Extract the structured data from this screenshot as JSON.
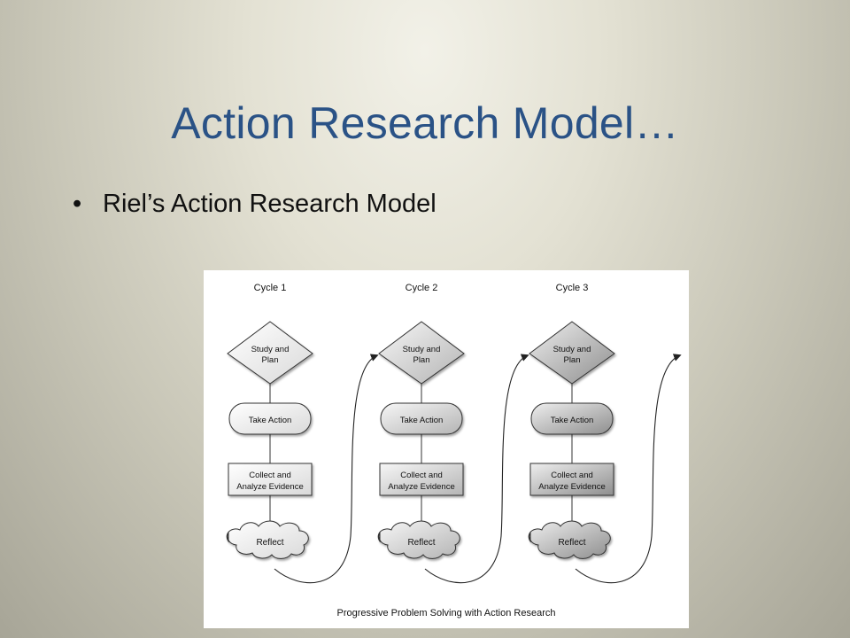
{
  "slide": {
    "title": "Action Research Model…",
    "bullet": "Riel’s Action Research Model"
  },
  "diagram": {
    "caption": "Progressive Problem Solving with Action Research",
    "cycles": [
      {
        "label": "Cycle 1",
        "plan_lines": [
          "Study and",
          "Plan"
        ],
        "action": "Take Action",
        "evidence_lines": [
          "Collect and",
          "Analyze Evidence"
        ],
        "reflect": "Reflect"
      },
      {
        "label": "Cycle 2",
        "plan_lines": [
          "Study and",
          "Plan"
        ],
        "action": "Take Action",
        "evidence_lines": [
          "Collect and",
          "Analyze Evidence"
        ],
        "reflect": "Reflect"
      },
      {
        "label": "Cycle 3",
        "plan_lines": [
          "Study and",
          "Plan"
        ],
        "action": "Take Action",
        "evidence_lines": [
          "Collect and",
          "Analyze Evidence"
        ],
        "reflect": "Reflect"
      }
    ]
  },
  "colors": {
    "title": "#2a5286",
    "text": "#111111"
  }
}
